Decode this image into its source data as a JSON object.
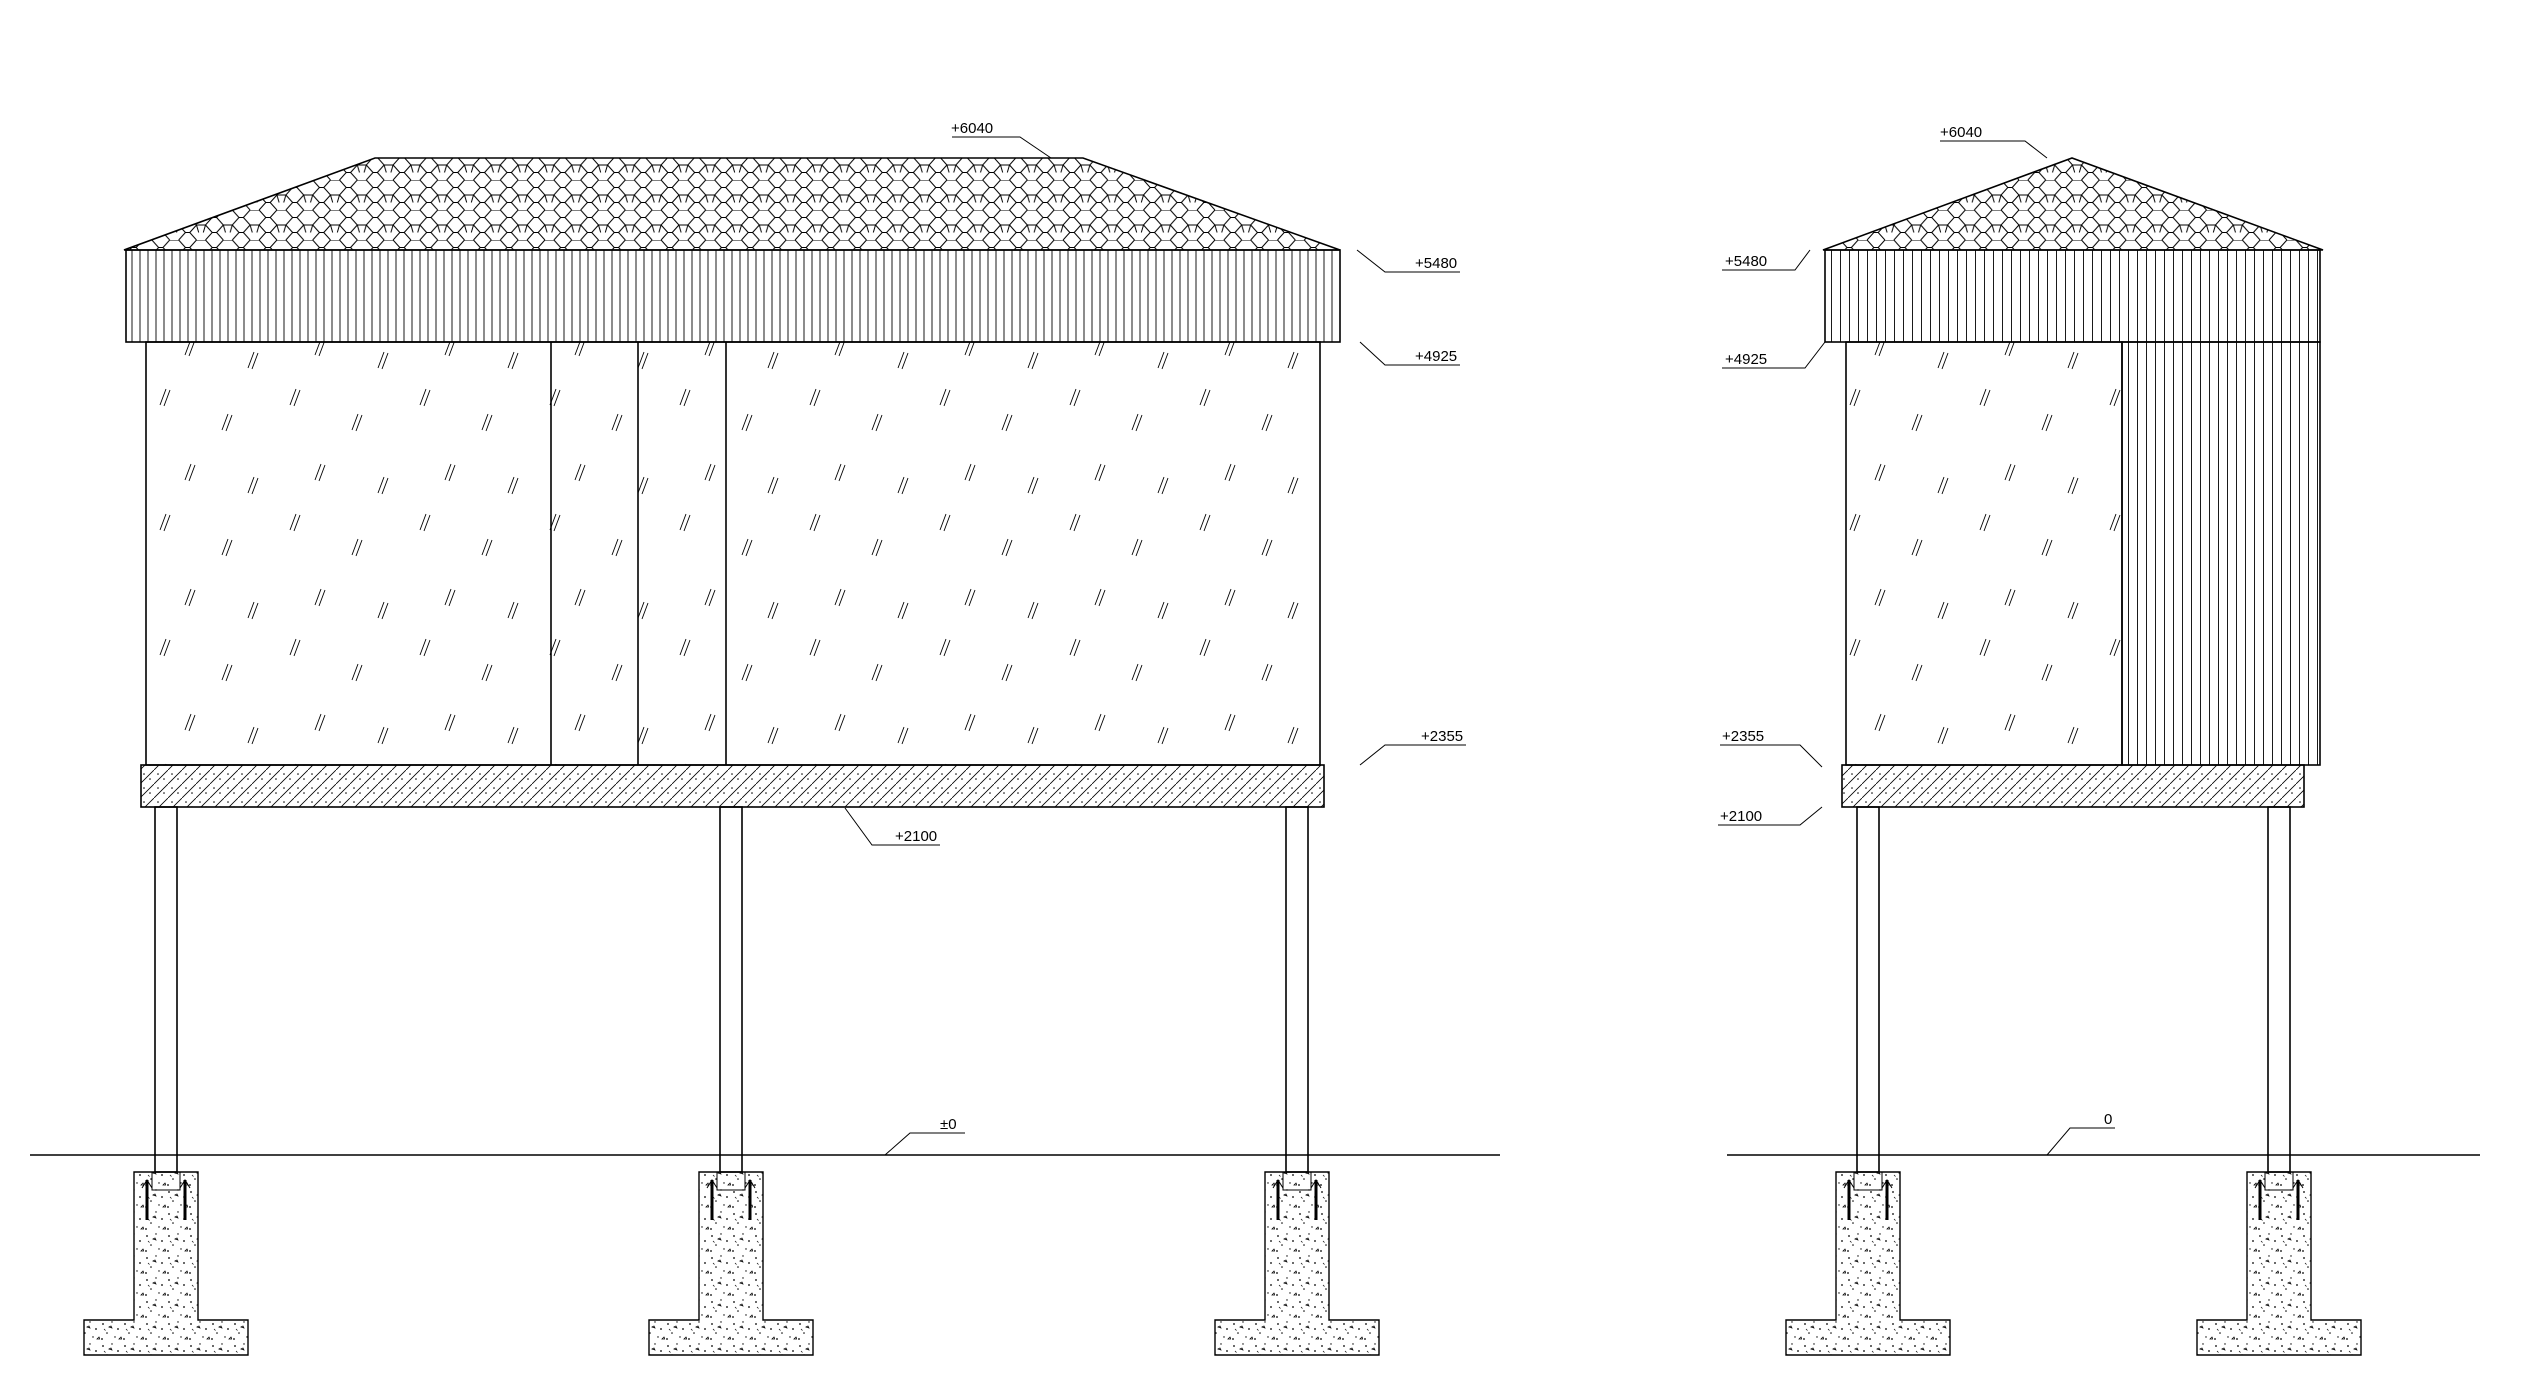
{
  "front_elevation": {
    "levels": {
      "ridge": "+6040",
      "eave": "+5480",
      "fascia_bottom": "+4925",
      "floor_top": "+2355",
      "floor_bottom": "+2100",
      "ground": "±0"
    }
  },
  "side_elevation": {
    "levels": {
      "ridge": "+6040",
      "eave": "+5480",
      "fascia_bottom": "+4925",
      "floor_top": "+2355",
      "floor_bottom": "+2100",
      "ground": "0"
    }
  },
  "colors": {
    "line": "#000000",
    "background": "#ffffff"
  }
}
